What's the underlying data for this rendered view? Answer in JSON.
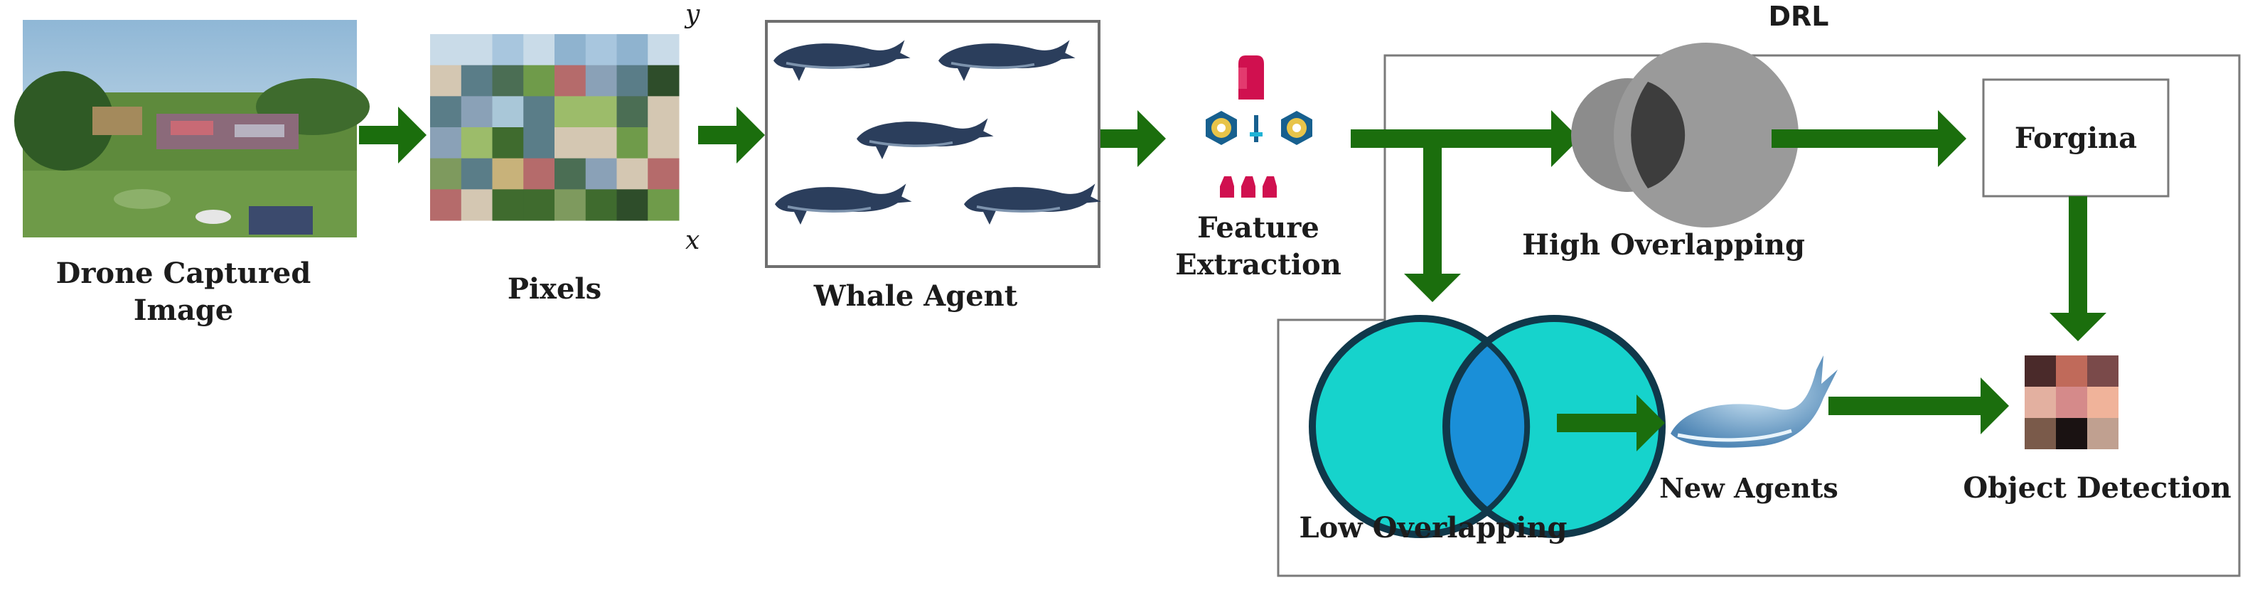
{
  "labels": {
    "drone_line1": "Drone Captured",
    "drone_line2": "Image",
    "pixels": "Pixels",
    "axis_y": "y",
    "axis_x": "x",
    "whale_agent": "Whale Agent",
    "feature_line1": "Feature",
    "feature_line2": "Extraction",
    "drl": "DRL",
    "high_overlapping": "High Overlapping",
    "forgina": "Forgina",
    "low_overlapping": "Low Overlapping",
    "new_agents": "New Agents",
    "object_detection": "Object Detection"
  },
  "colors": {
    "arrow_green": "#1b6e0d",
    "feature_magenta": "#d0104f",
    "feature_blue": "#17608f",
    "feature_yellow": "#e8c44a",
    "low_overlap_cyan": "#16d3cc",
    "low_overlap_blue": "#1a8fd8",
    "high_overlap_gray": "#8c8c8c",
    "whale_navy": "#2b3e5c"
  },
  "icons": {
    "drone_image": "aerial-photo",
    "pixel_grid": "pixelated-image",
    "whale": "whale-icon",
    "feature": "feature-extraction-icon",
    "high_overlap": "overlapping-circles-gray",
    "low_overlap": "overlapping-circles-cyan",
    "object_detection": "detection-grid"
  }
}
